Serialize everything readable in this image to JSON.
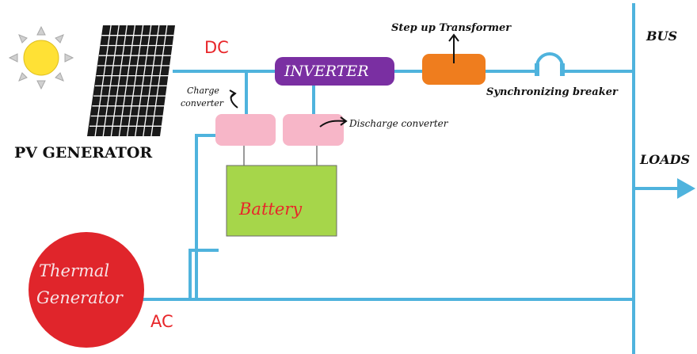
{
  "colors": {
    "wire": "#4fb3dd",
    "red_text": "#e8262a",
    "inverter": "#7a2fa2",
    "transformer": "#ef7d1e",
    "converter": "#f7b6c8",
    "battery": "#a6d64a",
    "thermal": "#e0252b",
    "sun": "#ffe135",
    "sun_rays": "#c9c9c9"
  },
  "icons": [
    "sun-icon",
    "pv-panel-icon",
    "arrow-icon",
    "breaker-icon"
  ],
  "labels": {
    "pv_generator": "PV GENERATOR",
    "dc": "DC",
    "ac": "AC",
    "bus": "BUS",
    "loads": "LOADS",
    "inverter": "INVERTER",
    "step_up_transformer": "Step up Transformer",
    "synchronizing_breaker": "Synchronizing breaker",
    "charge_converter_line1": "Charge",
    "charge_converter_line2": "converter",
    "discharge_converter": "Discharge converter",
    "battery": "Battery",
    "thermal_line1": "Thermal",
    "thermal_line2": "Generator"
  }
}
